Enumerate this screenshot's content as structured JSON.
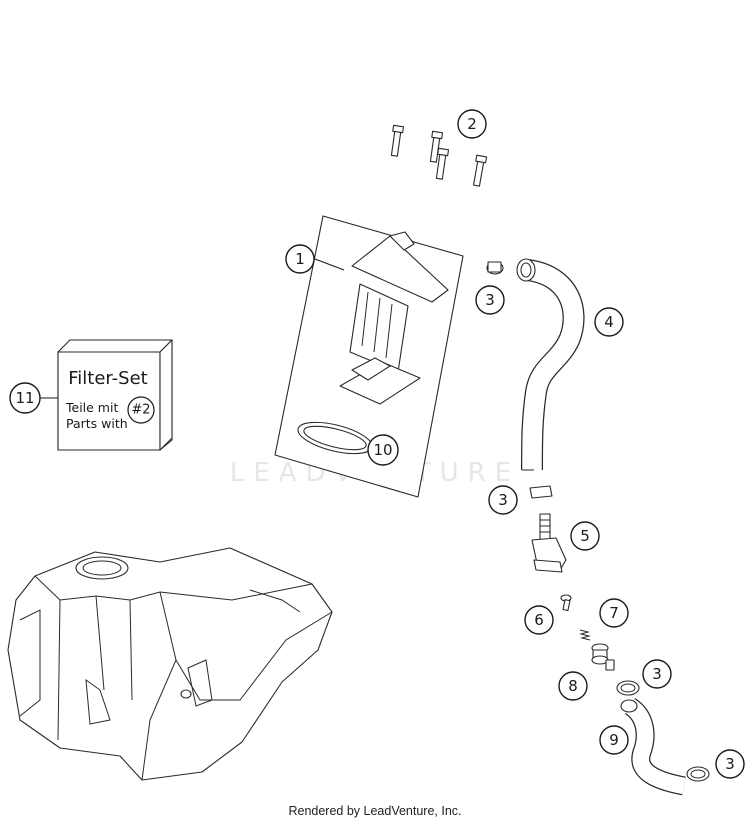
{
  "callouts": [
    {
      "id": "1",
      "label": "1"
    },
    {
      "id": "2",
      "label": "2"
    },
    {
      "id": "3a",
      "label": "3"
    },
    {
      "id": "3b",
      "label": "3"
    },
    {
      "id": "3c",
      "label": "3"
    },
    {
      "id": "3d",
      "label": "3"
    },
    {
      "id": "4",
      "label": "4"
    },
    {
      "id": "5",
      "label": "5"
    },
    {
      "id": "6",
      "label": "6"
    },
    {
      "id": "7",
      "label": "7"
    },
    {
      "id": "8",
      "label": "8"
    },
    {
      "id": "9",
      "label": "9"
    },
    {
      "id": "10",
      "label": "10"
    },
    {
      "id": "11",
      "label": "11"
    }
  ],
  "filter_set": {
    "title": "Filter-Set",
    "line1": "Teile mit",
    "line2": "Parts with",
    "ref": "#2"
  },
  "watermark": "LEADVENTURE",
  "footer": "Rendered by LeadVenture, Inc."
}
